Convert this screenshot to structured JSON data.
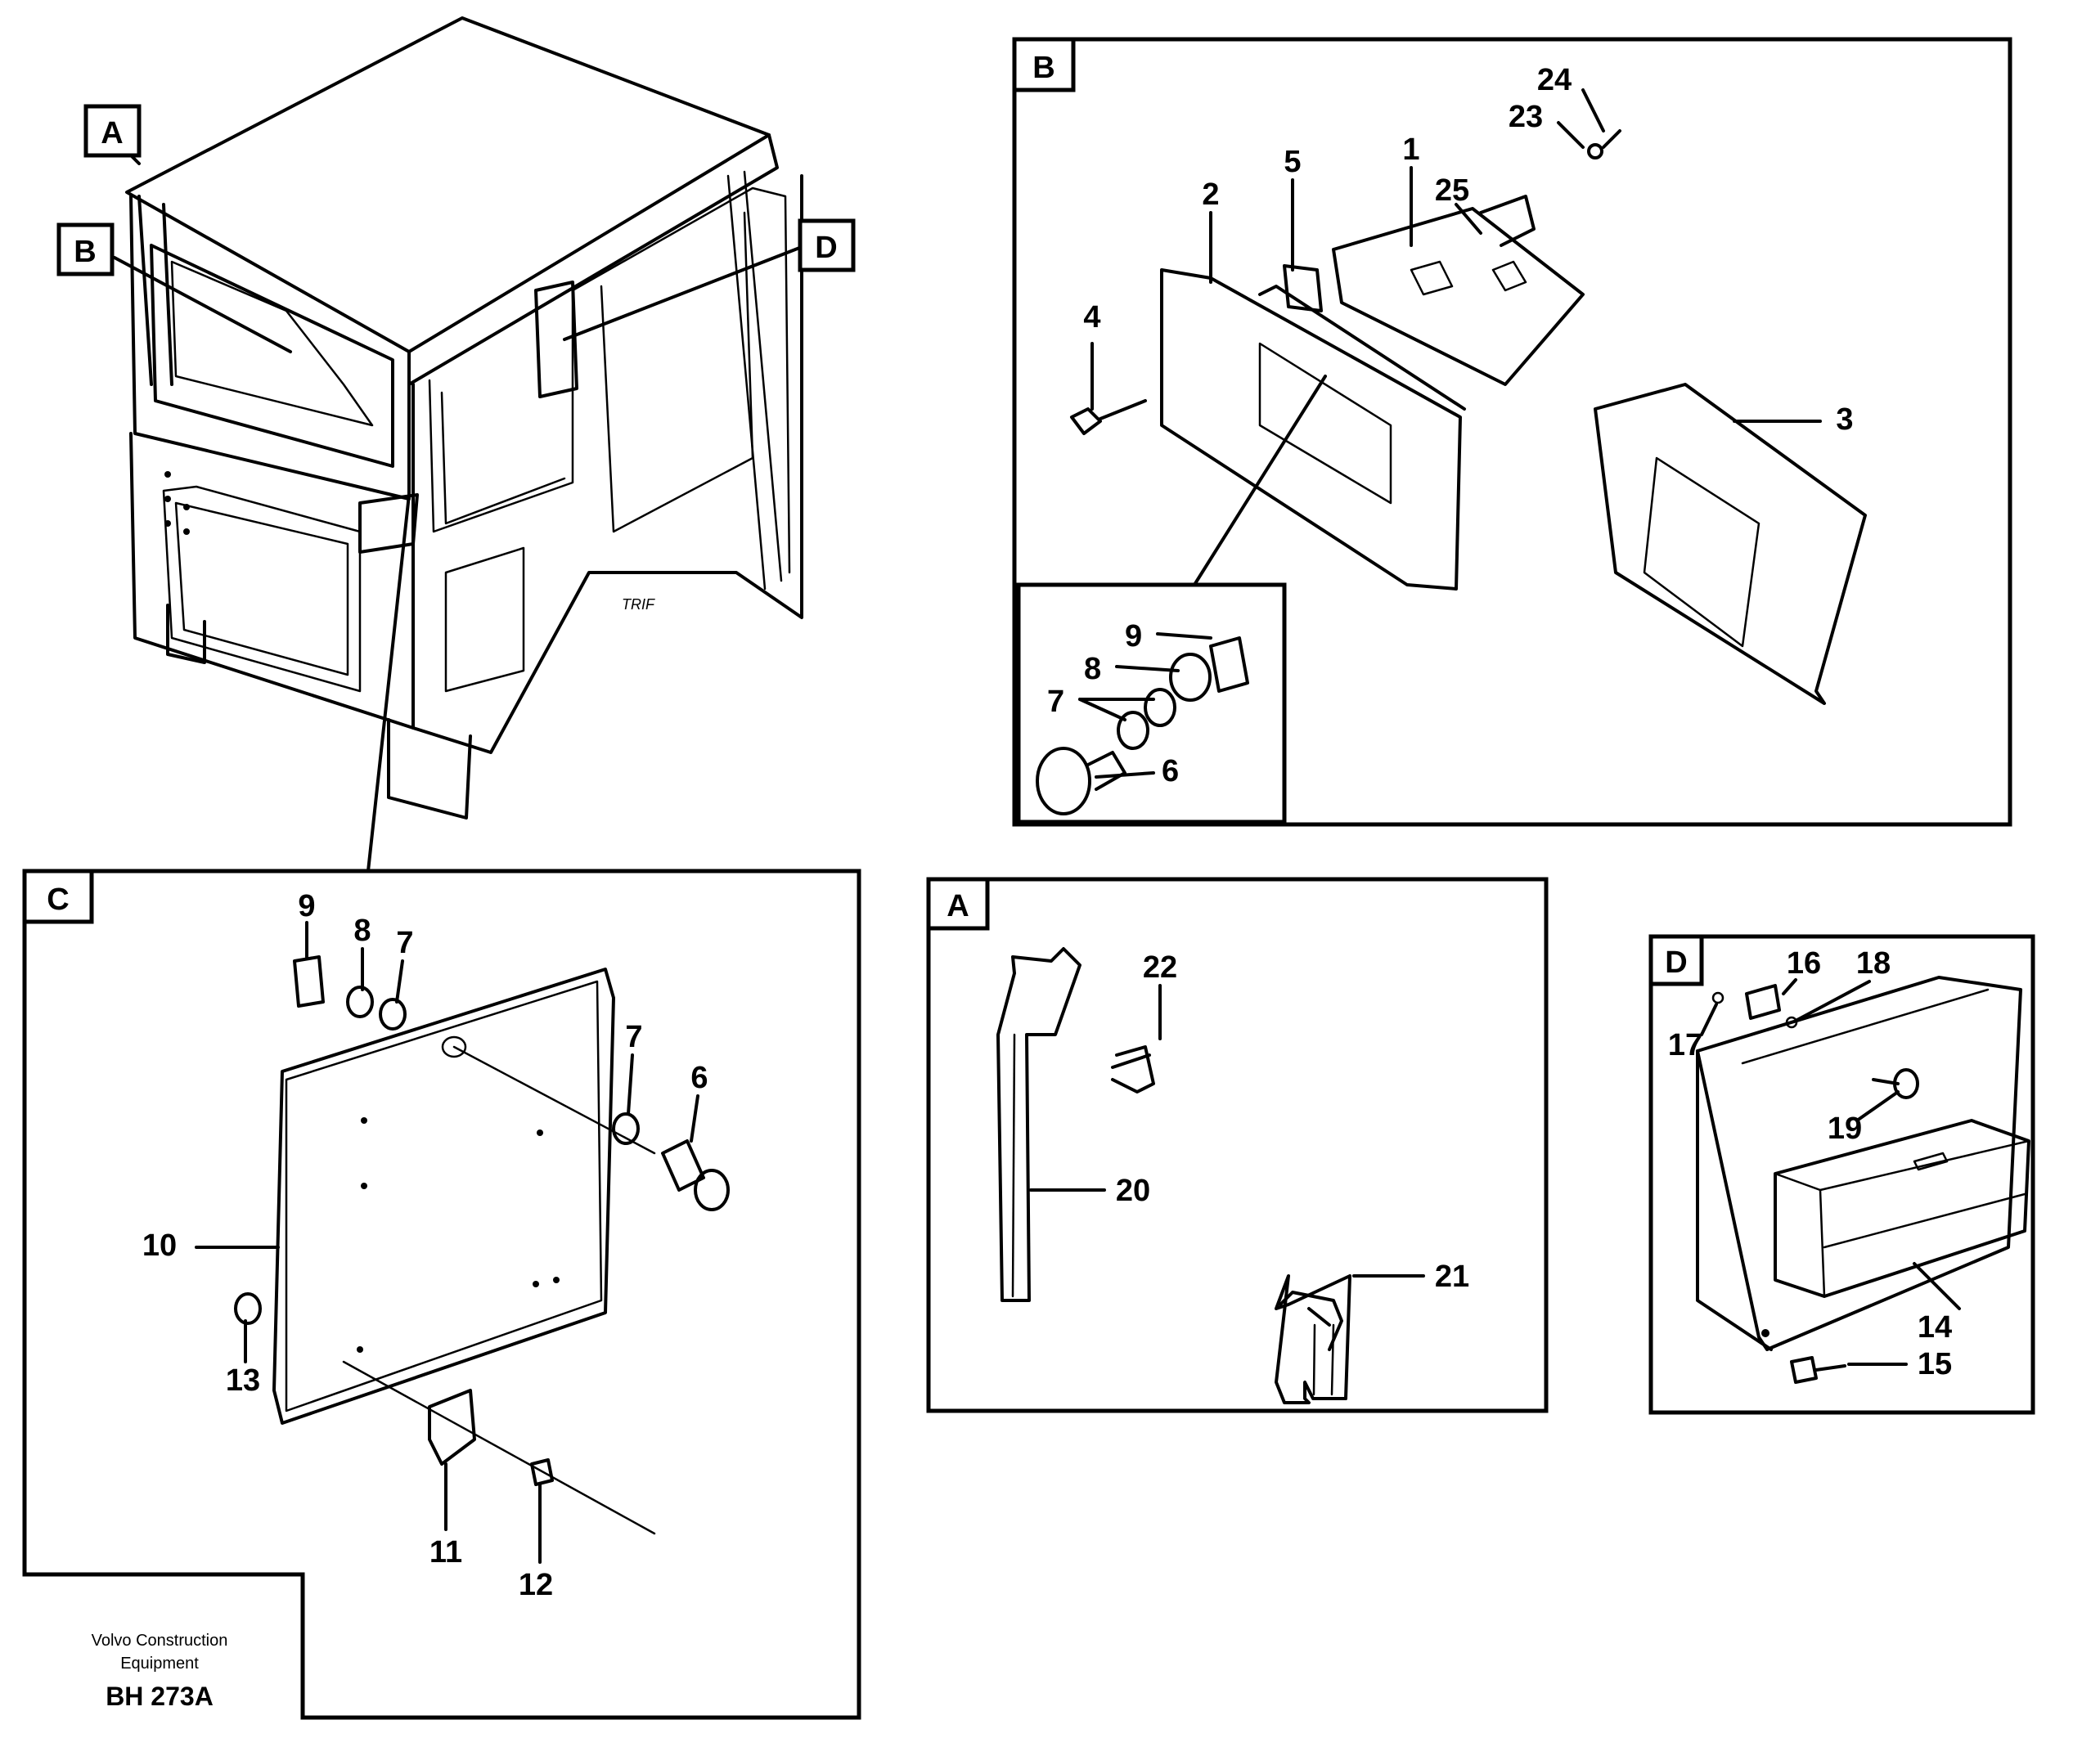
{
  "sections": {
    "A": "A",
    "B": "B",
    "C": "C",
    "D": "D"
  },
  "part_numbers": {
    "p1": "1",
    "p2": "2",
    "p3": "3",
    "p4": "4",
    "p5": "5",
    "p6": "6",
    "p7": "7",
    "p8": "8",
    "p9": "9",
    "p10": "10",
    "p11": "11",
    "p12": "12",
    "p13": "13",
    "p14": "14",
    "p15": "15",
    "p16": "16",
    "p17": "17",
    "p18": "18",
    "p19": "19",
    "p20": "20",
    "p21": "21",
    "p22": "22",
    "p23": "23",
    "p24": "24",
    "p25": "25"
  },
  "footer": {
    "company_line1": "Volvo Construction",
    "company_line2": "Equipment",
    "code": "BH 273A"
  }
}
